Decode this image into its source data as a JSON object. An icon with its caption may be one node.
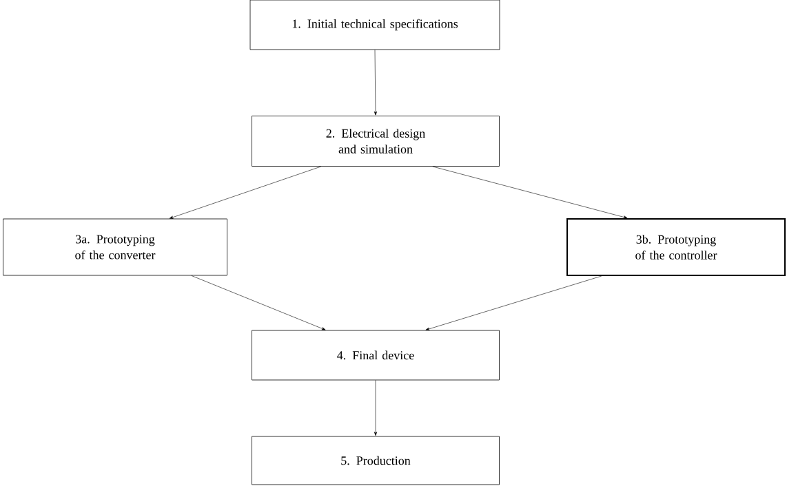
{
  "diagram": {
    "nodes": [
      {
        "text": [
          "1. Initial technical specifications"
        ]
      },
      {
        "text": [
          "2. Electrical design and simulation"
        ]
      },
      {
        "text": [
          "3a. Prototyping of the converter"
        ]
      },
      {
        "text": [
          "3b. Prototyping of the controller"
        ]
      },
      {
        "text": [
          "4. Final device"
        ]
      },
      {
        "text": [
          "5. Production"
        ]
      }
    ],
    "edges": [
      {
        "from": 0,
        "to": 1,
        "arrow": "to"
      },
      {
        "from": 1,
        "to": 2,
        "arrow": "to"
      },
      {
        "from": 1,
        "to": 3,
        "arrow": "to"
      },
      {
        "from": 2,
        "to": 4,
        "arrow": "to"
      },
      {
        "from": 3,
        "to": 4,
        "arrow": "to"
      },
      {
        "from": 4,
        "to": 5,
        "arrow": "to"
      }
    ]
  }
}
